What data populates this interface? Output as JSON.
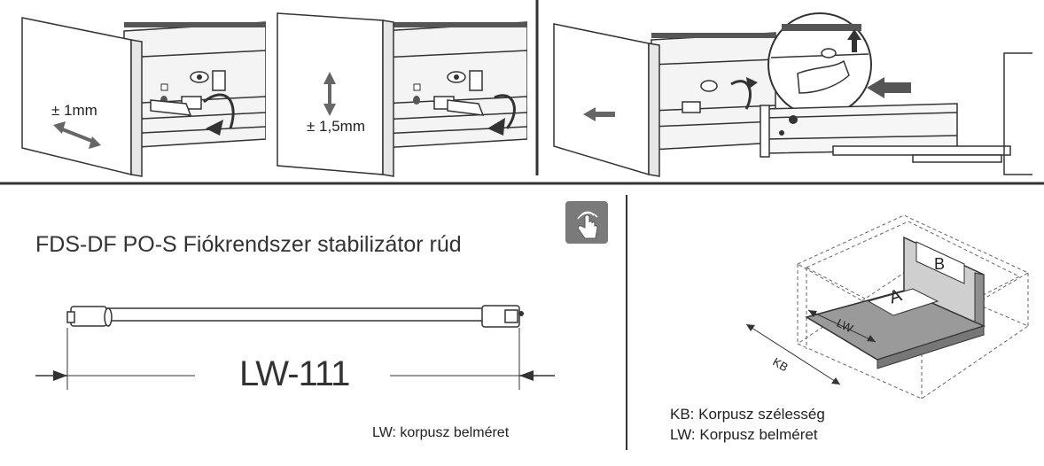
{
  "panels": {
    "adjust_side": {
      "label": "± 1mm"
    },
    "adjust_height": {
      "label": "± 1,5mm"
    }
  },
  "stabilizer": {
    "title": "FDS-DF PO-S Fiókrendszer stabilizátor rúd",
    "dimension": "LW-111",
    "note": "LW: korpusz belméret",
    "icon": "touch-hand-icon"
  },
  "cabinet": {
    "label_a": "A",
    "label_b": "B",
    "label_lw": "LW",
    "label_kb": "KB",
    "legend_kb": "KB: Korpusz szélesség",
    "legend_lw": "LW: Korpusz belméret"
  },
  "colors": {
    "line": "#333333",
    "panel_gray": "#9a9a9a",
    "icon_bg": "#7a7a7a"
  }
}
